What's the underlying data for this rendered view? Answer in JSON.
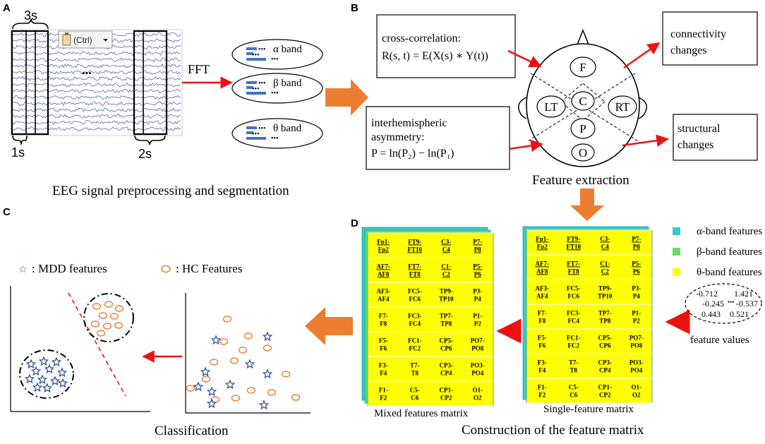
{
  "panels": {
    "A": {
      "letter": "A",
      "window_label_top": "3s",
      "window_label_left": "1s",
      "window_label_right": "2s",
      "paste_popup": "(Ctrl)",
      "ellipsis": "•••",
      "fft_label": "FFT",
      "bands": [
        "α band",
        "β band",
        "θ band"
      ],
      "caption": "EEG signal preprocessing and segmentation"
    },
    "B": {
      "letter": "B",
      "cc_title": "cross-correlation:",
      "cc_formula": "R(s, t) = E(X(s) ∗ Y(t))",
      "asym_title_1": "interhemispheric",
      "asym_title_2": "asymmetry:",
      "asym_formula": "P = ln(P₂) − ln(P₁)",
      "regions": [
        "F",
        "LT",
        "C",
        "RT",
        "P",
        "O"
      ],
      "out_connectivity_1": "connectivity",
      "out_connectivity_2": "changes",
      "out_structural_1": "structural",
      "out_structural_2": "changes",
      "caption": "Feature extraction"
    },
    "C": {
      "letter": "C",
      "legend_mdd": ": MDD features",
      "legend_hc": ": HC Features",
      "caption": "Classification"
    },
    "D": {
      "letter": "D",
      "matrix": [
        [
          "Fp1-Fp2",
          "FT9-FT10",
          "C3-C4",
          "P7-P8"
        ],
        [
          "AF7-AF8",
          "FT7-FT8",
          "C1-C2",
          "P5-P6"
        ],
        [
          "AF3-AF4",
          "FC5-FC6",
          "TP9-TP10",
          "P3-P4"
        ],
        [
          "F7-F8",
          "FC3-FC4",
          "TP7-TP8",
          "P1-P2"
        ],
        [
          "F5-F6",
          "FC1-FC2",
          "CP5-CP6",
          "PO7-PO8"
        ],
        [
          "F3-F4",
          "T7-T8",
          "CP3-CP4",
          "PO3-PO4"
        ],
        [
          "F1-F2",
          "C5-C6",
          "CP1-CP2",
          "O1-O2"
        ]
      ],
      "legend": [
        "α-band features",
        "β-band features",
        "θ-band features"
      ],
      "legend_colors": [
        "#33CCCC",
        "#66DD66",
        "#FFFF00"
      ],
      "mixed_label": "Mixed features matrix",
      "single_label": "Single-feature matrix",
      "values": [
        "-0.712",
        "1.421",
        "-0.245",
        "-0.537",
        "0.443",
        "0.521"
      ],
      "values_dots": "•••",
      "values_label": "feature values",
      "caption": "Construction of the feature matrix"
    }
  },
  "colors": {
    "arrow_red": "#EE1111",
    "arrow_orange": "#ED7D31",
    "star_blue": "#2E5597",
    "hc_orange": "#ED7D31",
    "band_bar_blue": "#4472C4",
    "eeg_trace": "#5A6A9A"
  }
}
